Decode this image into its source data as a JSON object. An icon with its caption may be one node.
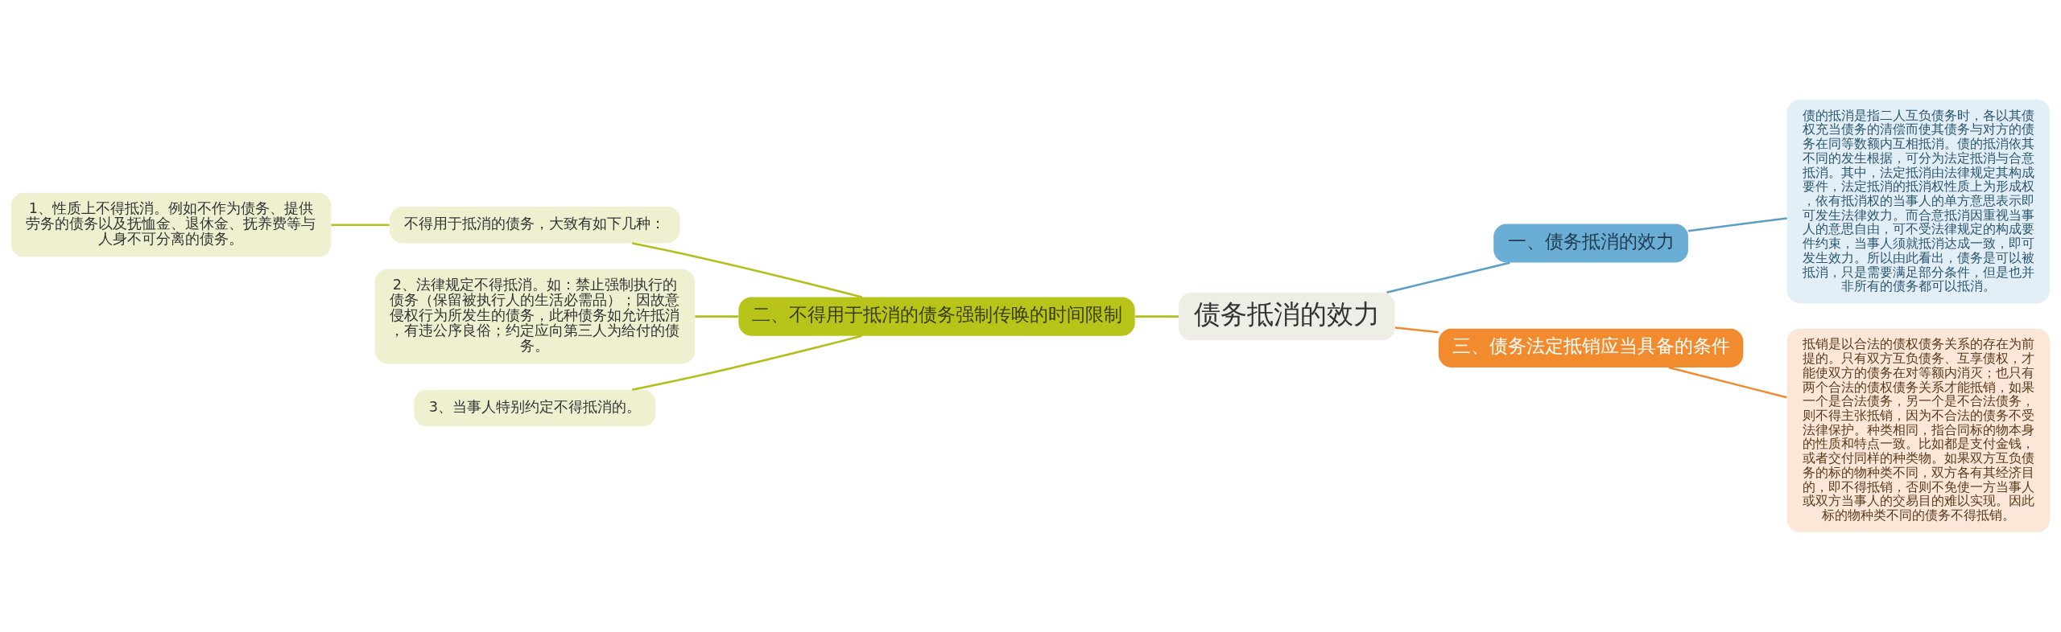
{
  "diagram": {
    "nodes": [
      {
        "text": [
          "债务抵消的效力"
        ]
      },
      {
        "text": [
          "一、债务抵消的效力"
        ]
      },
      {
        "text": [
          "债的抵消是指二人互负债务时，各以其债权充当债务的清偿而使其债务与对方的债务在同等数额内互相抵消。债的抵消依其不同的发生根据，可分为法定抵消与合意抵消。其中，法定抵消由法律规定其构成要件，法定抵消的抵消权性质上为形成权，依有抵消权的当事人的单方意思表示即可发生法律效力。而合意抵消因重视当事人的意思自由，可不受法律规定的构成要件约束，当事人须就抵消达成一致，即可发生效力。所以由此看出，债务是可以被抵消，只是需要满足部分条件，但是也并非所有的债务都可以抵消。"
        ]
      },
      {
        "text": [
          "二、不得用于抵消的债务强制传唤的时间限制"
        ]
      },
      {
        "text": [
          "不得用于抵消的债务，大致有如下几种："
        ]
      },
      {
        "text": [
          "1、性质上不得抵消。例如不作为债务、提供劳务的债务以及抚恤金、退休金、抚养费等与人身不可分离的债务。"
        ]
      },
      {
        "text": [
          "2、法律规定不得抵消。如：禁止强制执行的债务（保留被执行人的生活必需品）；因故意侵权行为所发生的债务，此种债务如允许抵消，有违公序良俗；约定应向第三人为给付的债务。"
        ]
      },
      {
        "text": [
          "3、当事人特别约定不得抵消的。"
        ]
      },
      {
        "text": [
          "三、债务法定抵销应当具备的条件"
        ]
      },
      {
        "text": [
          "抵销是以合法的债权债务关系的存在为前提的。只有双方互负债务、互享债权，才能使双方的债务在对等额内消灭；也只有两个合法的债权债务关系才能抵销，如果一个是合法债务，另一个是不合法债务，则不得主张抵销，因为不合法的债务不受法律保护。种类相同，指合同标的物本身的性质和特点一致。比如都是支付金钱，或者交付同样的种类物。如果双方互负债务的标的物种类不同，双方各有其经济目的，即不得抵销，否则不免使一方当事人或双方当事人的交易目的难以实现。因此标的物种类不同的债务不得抵销。"
        ]
      }
    ],
    "edges": [
      {
        "from": 0,
        "to": 1,
        "arrow": "none",
        "color": "#5b9fc9"
      },
      {
        "from": 1,
        "to": 2,
        "arrow": "none",
        "color": "#5b9fc9"
      },
      {
        "from": 3,
        "to": 0,
        "arrow": "none"
      },
      {
        "from": 4,
        "to": 3,
        "arrow": "none"
      },
      {
        "from": 5,
        "to": 4,
        "arrow": "none"
      },
      {
        "from": 6,
        "to": 3,
        "arrow": "none"
      },
      {
        "from": 7,
        "to": 3,
        "arrow": "none"
      },
      {
        "from": 0,
        "to": 8,
        "arrow": "none",
        "color": "#f08a2e"
      },
      {
        "from": 8,
        "to": 9,
        "arrow": "none",
        "color": "#f08a2e"
      }
    ]
  }
}
